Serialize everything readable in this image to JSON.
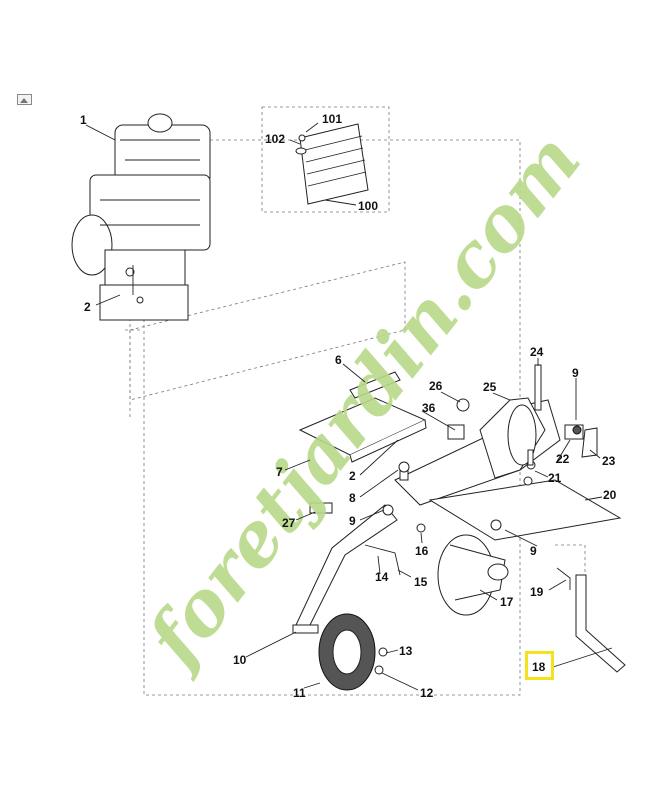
{
  "watermark": {
    "text": "foretjardin.com",
    "color_green": "#b9d98a",
    "color_orange": "#f6c27a",
    "color_brown": "#c9bba7"
  },
  "highlight": {
    "part": "18",
    "color": "#f5e21b"
  },
  "icons": {
    "image_icon": "image-placeholder-icon"
  },
  "callouts": {
    "c1": "1",
    "c2a": "2",
    "c101": "101",
    "c102": "102",
    "c100": "100",
    "c6": "6",
    "c26": "26",
    "c25": "25",
    "c24": "24",
    "c9a": "9",
    "c36": "36",
    "c7": "7",
    "c2b": "2",
    "c8": "8",
    "c22": "22",
    "c23": "23",
    "c21": "21",
    "c20": "20",
    "c27": "27",
    "c9b": "9",
    "c16": "16",
    "c9c": "9",
    "c14": "14",
    "c15": "15",
    "c17": "17",
    "c19": "19",
    "c10": "10",
    "c13": "13",
    "c11": "11",
    "c12": "12",
    "c18": "18"
  }
}
